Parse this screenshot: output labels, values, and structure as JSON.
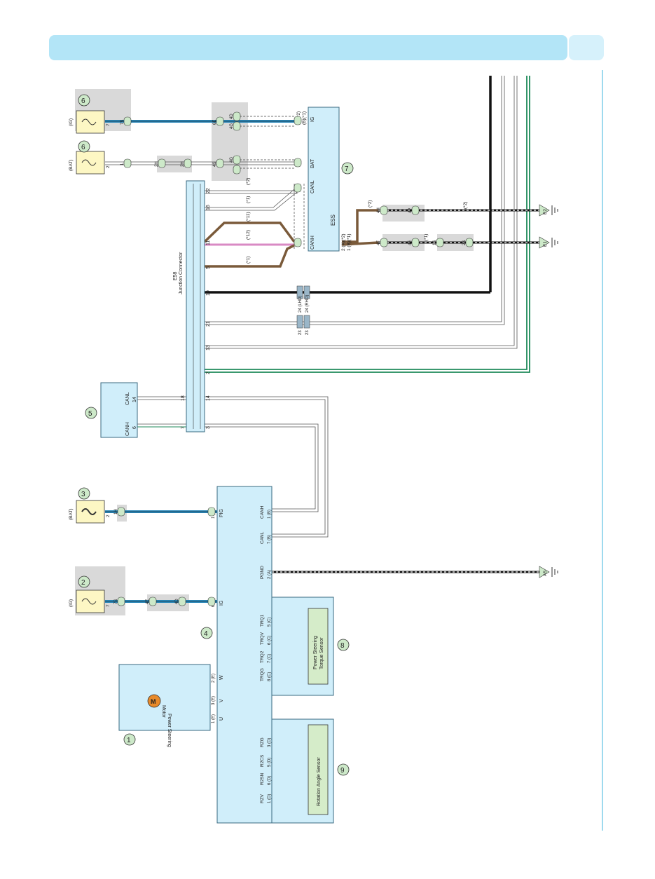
{
  "colors": {
    "header_band": "#b3e5f7",
    "header_tab": "#d6f1fb",
    "component_fill": "#d0eefa",
    "component_stroke": "#3a6a80",
    "fuse_fill": "#fdf7c4",
    "sensor_fill": "#d5ecc9",
    "shade": "#d9d9d9",
    "wire_blue": "#2a87b8",
    "wire_green": "#1f8a5a",
    "wire_brown": "#7a5a3a",
    "wire_pink": "#d98ac4",
    "connector_green": "#cde9c9",
    "accent_line": "#7fcde8"
  },
  "callouts": [
    "1",
    "2",
    "3",
    "4",
    "5",
    "6",
    "6",
    "7",
    "8",
    "9"
  ],
  "fuses": [
    {
      "callout": "6",
      "supply": "(IG)",
      "pin": "7"
    },
    {
      "callout": "6",
      "supply": "(BAT)",
      "pin": "2"
    },
    {
      "callout": "3",
      "supply": "(BAT)",
      "pin": "2"
    },
    {
      "callout": "2",
      "supply": "(IG)",
      "pin": "7"
    }
  ],
  "ess": {
    "name": "ESS",
    "pins": {
      "ig": "IG",
      "bat": "BAT",
      "canl": "CANL",
      "canh": "CANH"
    },
    "ig_pin": "(A)(*2)",
    "ig_pin2": "(B)(*1)",
    "canh_pin": "2 (A)(*2)",
    "canh_pin2": "1 (B)(*1)"
  },
  "junction": {
    "name": "E58",
    "subtitle": "Junction Connector",
    "left_pins": [
      "22",
      "16",
      "11",
      "5",
      "10",
      "21",
      "13",
      "2"
    ],
    "right_pins": [
      "18",
      "7"
    ],
    "bottom_pins": [
      "14",
      "3"
    ]
  },
  "can_module": {
    "canl": "CANL",
    "canh": "CANH",
    "pin_canl": "14",
    "pin_canh": "6"
  },
  "eps_ecu": {
    "top_pins": [
      "PIG",
      "IG",
      "W",
      "V",
      "U"
    ],
    "top_pin_nums": [
      "1 (A)",
      "6 (B)",
      "2 (E)",
      "3 (E)",
      "1 (E)"
    ],
    "bottom_pins": [
      "CANH",
      "CANL",
      "PGND",
      "TRQ1",
      "TRQV",
      "TRQ2",
      "TRQG",
      "RZG",
      "R2CS",
      "R2SN",
      "RZV"
    ],
    "bottom_pin_nums": [
      "1 (B)",
      "7 (B)",
      "2 (A)",
      "5 (C)",
      "6 (C)",
      "7 (C)",
      "8 (C)",
      "3 (D)",
      "5 (D)",
      "6 (D)",
      "1 (D)"
    ]
  },
  "motor": {
    "symbol": "M",
    "label": "Power Steering",
    "label2": "Motor"
  },
  "torque_sensor": {
    "label": "Power Steering",
    "label2": "Torque Sensor"
  },
  "rotation_sensor": {
    "label": "Rotation Angle Sensor"
  },
  "grounds": [
    "E2",
    "E1",
    "A5"
  ],
  "star_notes": [
    "(*2)",
    "(*1)",
    "(*11)",
    "(*12)",
    "(*1)",
    "(*2)",
    "(*1)",
    "(*2)"
  ],
  "variants": {
    "lhd": "24 (LHD)",
    "rhd": "24 (RHD)",
    "c23a": "23",
    "c23b": "23"
  },
  "connector_codes": [
    "7S",
    "6E",
    "4D",
    "4G",
    "1",
    "2H",
    "2H",
    "4S",
    "4G",
    "4H",
    "4P",
    "4F",
    "4E",
    "1S",
    "2S",
    "1H",
    "7S",
    "4E",
    "4D"
  ]
}
